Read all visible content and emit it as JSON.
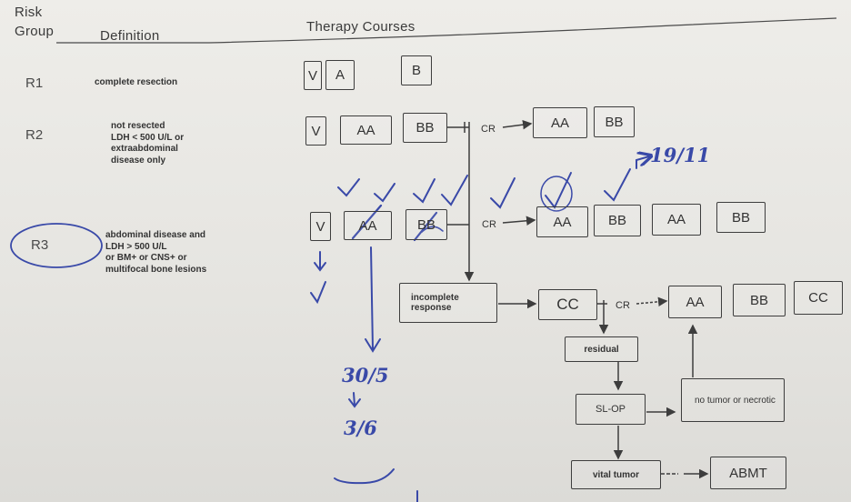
{
  "headers": {
    "risk": "Risk",
    "group": "Group",
    "definition": "Definition",
    "therapy": "Therapy Courses"
  },
  "groups": [
    {
      "label": "R1",
      "definition": "complete resection",
      "courses": [
        "V",
        "A",
        "B"
      ]
    },
    {
      "label": "R2",
      "definition": "not resected\nLDH < 500 U/L or\nextraabdominal\ndisease only",
      "courses": [
        "V",
        "AA",
        "BB"
      ],
      "after_cr": [
        "AA",
        "BB"
      ]
    },
    {
      "label": "R3",
      "definition": "abdominal disease and\nLDH > 500 U/L\nor BM+ or CNS+ or\nmultifocal bone lesions",
      "courses": [
        "V",
        "AA",
        "BB"
      ],
      "after_cr": [
        "AA",
        "BB",
        "AA",
        "BB"
      ]
    }
  ],
  "flow": {
    "cr": "CR",
    "incomplete": "incomplete\nresponse",
    "cc": "CC",
    "after_cc_cr": [
      "AA",
      "BB",
      "CC"
    ],
    "residual": "residual",
    "slop": "SL-OP",
    "no_tumor": "no tumor\nor necrotic",
    "vital_tumor": "vital tumor",
    "abmt": "ABMT"
  },
  "handwriting": {
    "date_top": "19/11",
    "date_1": "30/5",
    "date_2": "3/6"
  },
  "colors": {
    "ink": "#3d3d3d",
    "pen": "#3949a8",
    "paper": "#e9e8e4"
  }
}
